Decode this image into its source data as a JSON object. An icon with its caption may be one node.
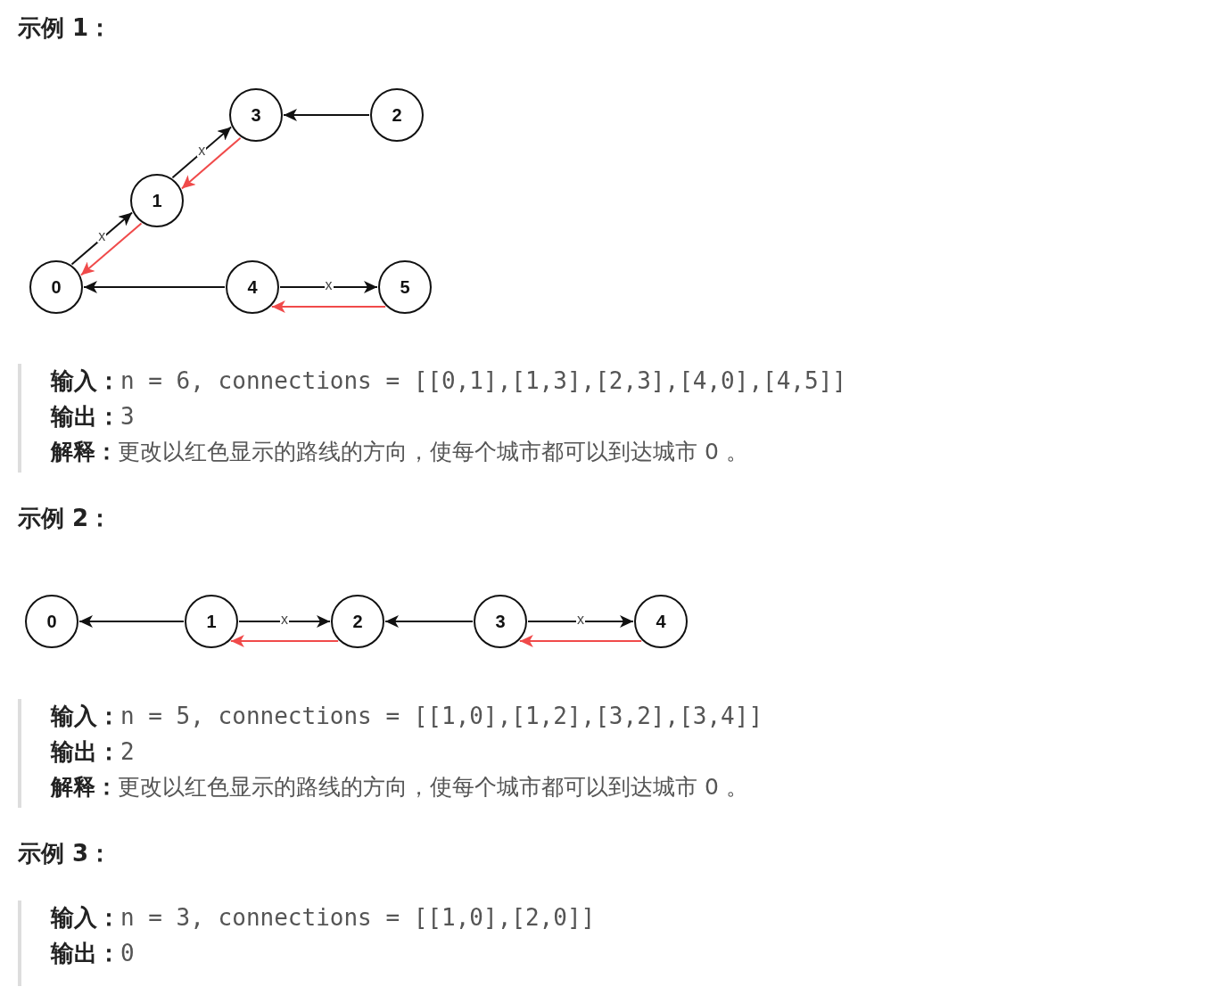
{
  "diagram": {
    "nodes": [
      {
        "text": [
          "3"
        ]
      },
      {
        "text": [
          "2"
        ]
      },
      {
        "text": [
          "1"
        ]
      },
      {
        "text": [
          "0"
        ]
      },
      {
        "text": [
          "4"
        ]
      },
      {
        "text": [
          "5"
        ]
      },
      {
        "text": [
          "0"
        ]
      },
      {
        "text": [
          "1"
        ]
      },
      {
        "text": [
          "2"
        ]
      },
      {
        "text": [
          "3"
        ]
      },
      {
        "text": [
          "4"
        ]
      }
    ],
    "edges": [
      {
        "from": 3,
        "to": 2,
        "arrow": "to",
        "label": "x"
      },
      {
        "from": 2,
        "to": 0,
        "arrow": "to",
        "label": "x"
      },
      {
        "from": 1,
        "to": 0,
        "arrow": "to"
      },
      {
        "from": 4,
        "to": 3,
        "arrow": "to"
      },
      {
        "from": 4,
        "to": 5,
        "arrow": "to",
        "label": "x"
      },
      {
        "from": 0,
        "to": 2,
        "arrow": "to",
        "color": "#f04a4a"
      },
      {
        "from": 2,
        "to": 3,
        "arrow": "to",
        "color": "#f04a4a"
      },
      {
        "from": 5,
        "to": 4,
        "arrow": "to",
        "color": "#f04a4a"
      },
      {
        "from": 7,
        "to": 6,
        "arrow": "to"
      },
      {
        "from": 7,
        "to": 8,
        "arrow": "to",
        "label": "x"
      },
      {
        "from": 9,
        "to": 8,
        "arrow": "to"
      },
      {
        "from": 9,
        "to": 10,
        "arrow": "to",
        "label": "x"
      },
      {
        "from": 8,
        "to": 7,
        "arrow": "to",
        "color": "#f04a4a"
      },
      {
        "from": 10,
        "to": 9,
        "arrow": "to",
        "color": "#f04a4a"
      }
    ],
    "labels": [
      "示例 1：",
      "**输入：**n = 6, connections = [[0,1],[1,3],[2,3],[4,0],[4,5]]",
      "**输出：**3",
      "**解释：**更改以红色显示的路线的方向，使每个城市都可以到达城市 0 。",
      "示例 2：",
      "**输入：**n = 5, connections = [[1,0],[1,2],[3,2],[3,4]]",
      "**输出：**2",
      "**解释：**更改以红色显示的路线的方向，使每个城市都可以到达城市 0 。",
      "示例 3：",
      "**输入：**n = 3, connections = [[1,0],[2,0]]",
      "**输出：**0"
    ]
  }
}
